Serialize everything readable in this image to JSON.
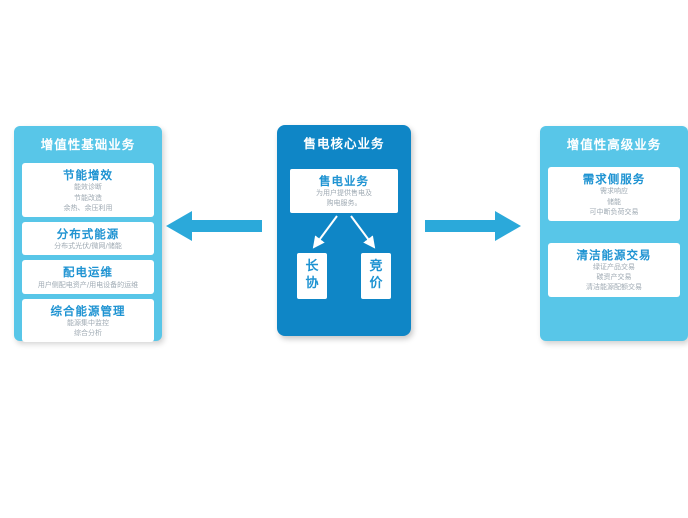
{
  "colors": {
    "panel_light": "#58C6E8",
    "panel_dark": "#0F86C6",
    "arrow": "#2BA9DA",
    "card_title_text": "#1E93D2",
    "card_subtext": "#9FAAB3"
  },
  "left_panel": {
    "title": "增值性基础业务",
    "items": [
      {
        "title": "节能增效",
        "lines": [
          "能效诊断",
          "节能改造",
          "余热、余压利用"
        ]
      },
      {
        "title": "分布式能源",
        "lines": [
          "分布式光伏/微网/储能"
        ]
      },
      {
        "title": "配电运维",
        "lines": [
          "用户侧配电资产/用电设备的运维"
        ]
      },
      {
        "title": "综合能源管理",
        "lines": [
          "能源集中监控",
          "综合分析"
        ]
      }
    ]
  },
  "center_panel": {
    "title": "售电核心业务",
    "main_box": {
      "title": "售电业务",
      "lines": [
        "为用户提供售电及",
        "购电服务。"
      ]
    },
    "sub_boxes": [
      {
        "label": "长协"
      },
      {
        "label": "竞价"
      }
    ]
  },
  "right_panel": {
    "title": "增值性高级业务",
    "items": [
      {
        "title": "需求侧服务",
        "lines": [
          "需求响应",
          "储能",
          "可中断负荷交易"
        ]
      },
      {
        "title": "清洁能源交易",
        "lines": [
          "绿证产品交易",
          "碳资产交易",
          "清洁能源配额交易"
        ]
      }
    ]
  }
}
